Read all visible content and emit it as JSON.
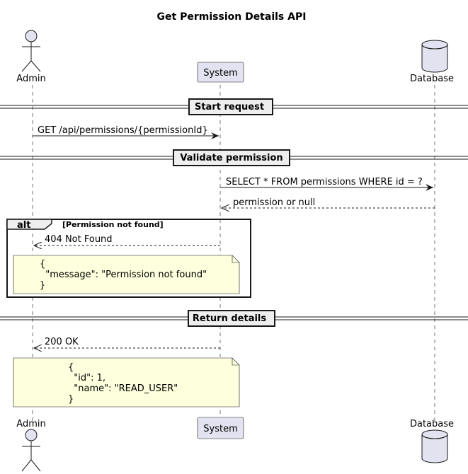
{
  "diagram": {
    "title": "Get Permission Details API",
    "participants": [
      {
        "id": "admin",
        "label": "Admin",
        "kind": "actor"
      },
      {
        "id": "system",
        "label": "System",
        "kind": "participant"
      },
      {
        "id": "database",
        "label": "Database",
        "kind": "database"
      }
    ],
    "dividers": [
      {
        "label": "Start request"
      },
      {
        "label": "Validate permission"
      },
      {
        "label": "Return details"
      }
    ],
    "messages": [
      {
        "from": "admin",
        "to": "system",
        "label": "GET /api/permissions/{permissionId}",
        "style": "solid"
      },
      {
        "from": "system",
        "to": "database",
        "label": "SELECT * FROM permissions WHERE id = ?",
        "style": "solid"
      },
      {
        "from": "database",
        "to": "system",
        "label": "permission or null",
        "style": "dashed"
      },
      {
        "from": "system",
        "to": "admin",
        "label": "404 Not Found",
        "style": "dashed"
      },
      {
        "from": "system",
        "to": "admin",
        "label": "200 OK",
        "style": "dashed"
      }
    ],
    "alt": {
      "keyword": "alt",
      "condition": "[Permission not found]"
    },
    "notes": [
      {
        "lines": [
          "{",
          "  \"message\": \"Permission not found\"",
          "}"
        ]
      },
      {
        "lines": [
          "{",
          "  \"id\": 1,",
          "  \"name\": \"READ_USER\"",
          "}"
        ]
      }
    ],
    "colors": {
      "participant_fill": "#E2E2F0",
      "participant_border": "#181818",
      "note_fill": "#FEFFDD",
      "note_border": "#181818",
      "divider_fill": "#EEEEEE",
      "line": "#181818"
    }
  }
}
